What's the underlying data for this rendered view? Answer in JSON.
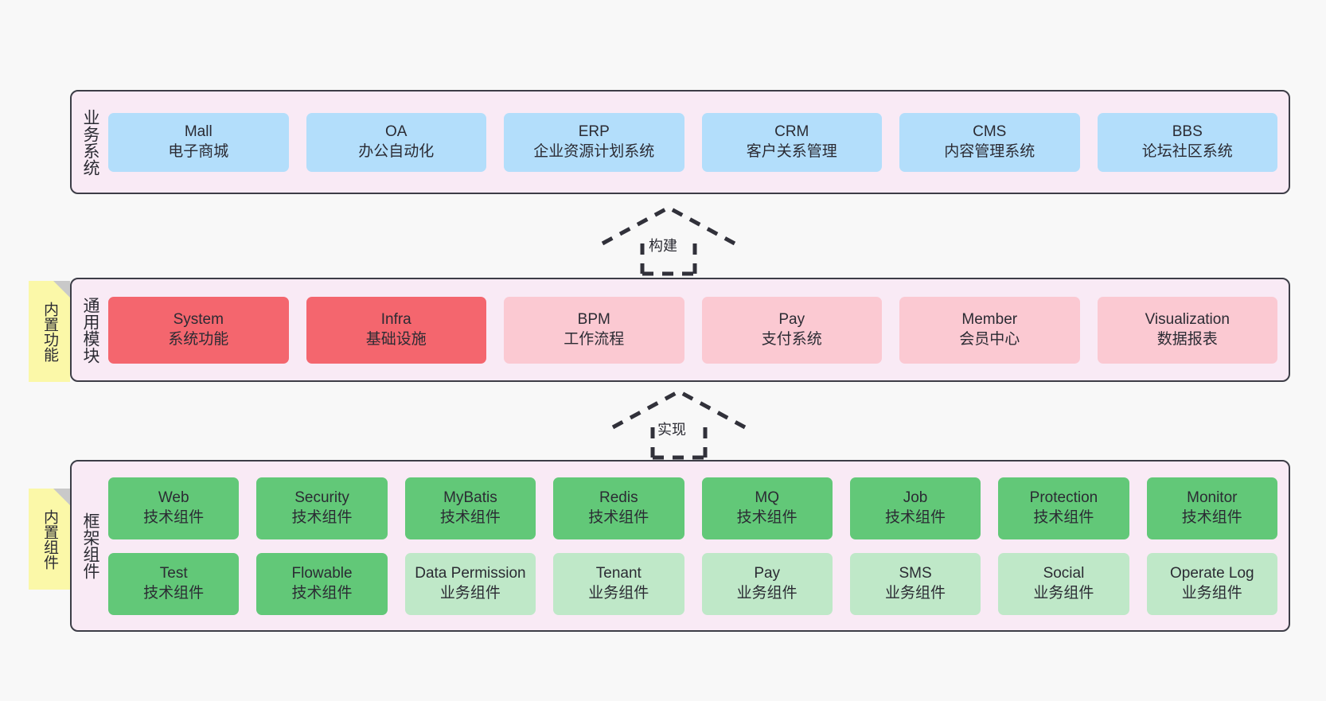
{
  "diagram": {
    "title": "",
    "colors": {
      "background": "#f8f8f8",
      "layer_fill": "#f9eaf5",
      "layer_border": "#3d3d47",
      "business_cell": "#b3defb",
      "common_cell_strong": "#f4666e",
      "common_cell_soft": "#fbc9d2",
      "framework_cell_strong": "#62c878",
      "framework_cell_soft": "#bfe8c8",
      "note_fill": "#fbf8a8",
      "note_fold": "#c9c9c9",
      "text": "#2b2b33"
    }
  },
  "notes": [
    {
      "name": "builtin-feature",
      "label": "内置功能"
    },
    {
      "name": "builtin-component",
      "label": "内置组件"
    }
  ],
  "connectors": [
    {
      "name": "build",
      "label": "构建",
      "style": "dashed-generalization",
      "direction": "up"
    },
    {
      "name": "implement",
      "label": "实现",
      "style": "dashed-generalization",
      "direction": "up"
    }
  ],
  "layers": [
    {
      "id": "business",
      "title": "业务系统",
      "rows": [
        [
          {
            "name": "mall",
            "en": "Mall",
            "cn": "电子商城"
          },
          {
            "name": "oa",
            "en": "OA",
            "cn": "办公自动化"
          },
          {
            "name": "erp",
            "en": "ERP",
            "cn": "企业资源计划系统"
          },
          {
            "name": "crm",
            "en": "CRM",
            "cn": "客户关系管理"
          },
          {
            "name": "cms",
            "en": "CMS",
            "cn": "内容管理系统"
          },
          {
            "name": "bbs",
            "en": "BBS",
            "cn": "论坛社区系统"
          }
        ]
      ]
    },
    {
      "id": "common",
      "title": "通用模块",
      "rows": [
        [
          {
            "name": "system",
            "en": "System",
            "cn": "系统功能"
          },
          {
            "name": "infra",
            "en": "Infra",
            "cn": "基础设施"
          },
          {
            "name": "bpm",
            "en": "BPM",
            "cn": "工作流程"
          },
          {
            "name": "pay",
            "en": "Pay",
            "cn": "支付系统"
          },
          {
            "name": "member",
            "en": "Member",
            "cn": "会员中心"
          },
          {
            "name": "visualization",
            "en": "Visualization",
            "cn": "数据报表"
          }
        ]
      ]
    },
    {
      "id": "framework",
      "title": "框架组件",
      "rows": [
        [
          {
            "name": "web",
            "en": "Web",
            "cn": "技术组件"
          },
          {
            "name": "security",
            "en": "Security",
            "cn": "技术组件"
          },
          {
            "name": "mybatis",
            "en": "MyBatis",
            "cn": "技术组件"
          },
          {
            "name": "redis",
            "en": "Redis",
            "cn": "技术组件"
          },
          {
            "name": "mq",
            "en": "MQ",
            "cn": "技术组件"
          },
          {
            "name": "job",
            "en": "Job",
            "cn": "技术组件"
          },
          {
            "name": "protection",
            "en": "Protection",
            "cn": "技术组件"
          },
          {
            "name": "monitor",
            "en": "Monitor",
            "cn": "技术组件"
          }
        ],
        [
          {
            "name": "test",
            "en": "Test",
            "cn": "技术组件"
          },
          {
            "name": "flowable",
            "en": "Flowable",
            "cn": "技术组件"
          },
          {
            "name": "data-permission",
            "en": "Data Permission",
            "cn": "业务组件"
          },
          {
            "name": "tenant",
            "en": "Tenant",
            "cn": "业务组件"
          },
          {
            "name": "pay",
            "en": "Pay",
            "cn": "业务组件"
          },
          {
            "name": "sms",
            "en": "SMS",
            "cn": "业务组件"
          },
          {
            "name": "social",
            "en": "Social",
            "cn": "业务组件"
          },
          {
            "name": "operate-log",
            "en": "Operate Log",
            "cn": "业务组件"
          }
        ]
      ]
    }
  ]
}
